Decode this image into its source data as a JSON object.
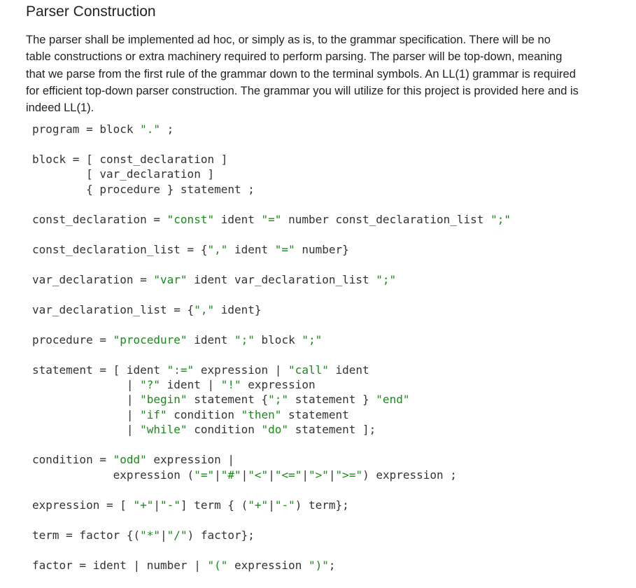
{
  "heading": "Parser Construction",
  "intro": "The parser shall be implemented ad hoc, or simply as is, to the grammar specification. There will be no table constructions or extra machinery required to perform parsing. The parser will be top-down, meaning that we parse from the first rule of the grammar down to the terminal symbols. An LL(1) grammar is required for efficient top-down parser construction. The grammar you will utilize for this project is provided here and is indeed LL(1).",
  "grammar_rules": [
    {
      "name": "program",
      "lines": [
        [
          [
            "t",
            "program = block "
          ],
          [
            "s",
            "\".\""
          ],
          [
            "t",
            " ;"
          ]
        ]
      ]
    },
    {
      "name": "block",
      "lines": [
        [
          [
            "t",
            "block = [ const_declaration ]"
          ]
        ],
        [
          [
            "t",
            "        [ var_declaration ]"
          ]
        ],
        [
          [
            "t",
            "        { procedure } statement ;"
          ]
        ]
      ]
    },
    {
      "name": "const_declaration",
      "lines": [
        [
          [
            "t",
            "const_declaration = "
          ],
          [
            "s",
            "\"const\""
          ],
          [
            "t",
            " ident "
          ],
          [
            "s",
            "\"=\""
          ],
          [
            "t",
            " number const_declaration_list "
          ],
          [
            "s",
            "\";\""
          ]
        ]
      ]
    },
    {
      "name": "const_declaration_list",
      "lines": [
        [
          [
            "t",
            "const_declaration_list = {"
          ],
          [
            "s",
            "\",\""
          ],
          [
            "t",
            " ident "
          ],
          [
            "s",
            "\"=\""
          ],
          [
            "t",
            " number}"
          ]
        ]
      ]
    },
    {
      "name": "var_declaration",
      "lines": [
        [
          [
            "t",
            "var_declaration = "
          ],
          [
            "s",
            "\"var\""
          ],
          [
            "t",
            " ident var_declaration_list "
          ],
          [
            "s",
            "\";\""
          ]
        ]
      ]
    },
    {
      "name": "var_declaration_list",
      "lines": [
        [
          [
            "t",
            "var_declaration_list = {"
          ],
          [
            "s",
            "\",\""
          ],
          [
            "t",
            " ident}"
          ]
        ]
      ]
    },
    {
      "name": "procedure",
      "lines": [
        [
          [
            "t",
            "procedure = "
          ],
          [
            "s",
            "\"procedure\""
          ],
          [
            "t",
            " ident "
          ],
          [
            "s",
            "\";\""
          ],
          [
            "t",
            " block "
          ],
          [
            "s",
            "\";\""
          ]
        ]
      ]
    },
    {
      "name": "statement",
      "lines": [
        [
          [
            "t",
            "statement = [ ident "
          ],
          [
            "s",
            "\":=\""
          ],
          [
            "t",
            " expression | "
          ],
          [
            "s",
            "\"call\""
          ],
          [
            "t",
            " ident"
          ]
        ],
        [
          [
            "t",
            "              | "
          ],
          [
            "s",
            "\"?\""
          ],
          [
            "t",
            " ident | "
          ],
          [
            "s",
            "\"!\""
          ],
          [
            "t",
            " expression"
          ]
        ],
        [
          [
            "t",
            "              | "
          ],
          [
            "s",
            "\"begin\""
          ],
          [
            "t",
            " statement {"
          ],
          [
            "s",
            "\";\""
          ],
          [
            "t",
            " statement } "
          ],
          [
            "s",
            "\"end\""
          ]
        ],
        [
          [
            "t",
            "              | "
          ],
          [
            "s",
            "\"if\""
          ],
          [
            "t",
            " condition "
          ],
          [
            "s",
            "\"then\""
          ],
          [
            "t",
            " statement"
          ]
        ],
        [
          [
            "t",
            "              | "
          ],
          [
            "s",
            "\"while\""
          ],
          [
            "t",
            " condition "
          ],
          [
            "s",
            "\"do\""
          ],
          [
            "t",
            " statement ];"
          ]
        ]
      ]
    },
    {
      "name": "condition",
      "lines": [
        [
          [
            "t",
            "condition = "
          ],
          [
            "s",
            "\"odd\""
          ],
          [
            "t",
            " expression |"
          ]
        ],
        [
          [
            "t",
            "            expression ("
          ],
          [
            "s",
            "\"=\""
          ],
          [
            "t",
            "|"
          ],
          [
            "s",
            "\"#\""
          ],
          [
            "t",
            "|"
          ],
          [
            "s",
            "\"<\""
          ],
          [
            "t",
            "|"
          ],
          [
            "s",
            "\"<=\""
          ],
          [
            "t",
            "|"
          ],
          [
            "s",
            "\">\""
          ],
          [
            "t",
            "|"
          ],
          [
            "s",
            "\">=\""
          ],
          [
            "t",
            ") expression ;"
          ]
        ]
      ]
    },
    {
      "name": "expression",
      "lines": [
        [
          [
            "t",
            "expression = [ "
          ],
          [
            "s",
            "\"+\""
          ],
          [
            "t",
            "|"
          ],
          [
            "s",
            "\"-\""
          ],
          [
            "t",
            "] term { ("
          ],
          [
            "s",
            "\"+\""
          ],
          [
            "t",
            "|"
          ],
          [
            "s",
            "\"-\""
          ],
          [
            "t",
            ") term};"
          ]
        ]
      ]
    },
    {
      "name": "term",
      "lines": [
        [
          [
            "t",
            "term = factor {("
          ],
          [
            "s",
            "\"*\""
          ],
          [
            "t",
            "|"
          ],
          [
            "s",
            "\"/\""
          ],
          [
            "t",
            ") factor};"
          ]
        ]
      ]
    },
    {
      "name": "factor",
      "lines": [
        [
          [
            "t",
            "factor = ident | number | "
          ],
          [
            "s",
            "\"(\""
          ],
          [
            "t",
            " expression "
          ],
          [
            "s",
            "\")\""
          ],
          [
            "t",
            ";"
          ]
        ]
      ]
    }
  ],
  "colors": {
    "text": "#222222",
    "code": "#333333",
    "string_literal": "#1a8a1a"
  }
}
